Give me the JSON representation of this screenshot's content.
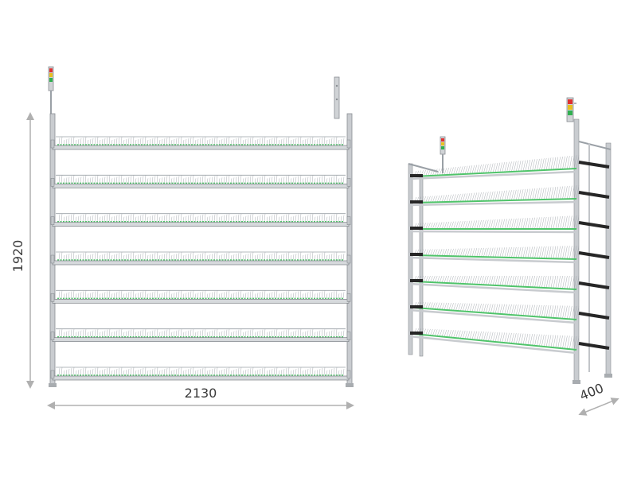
{
  "dimensions": {
    "height": "1920",
    "width": "2130",
    "depth": "400"
  },
  "front_view": {
    "shelf_count": 7
  },
  "perspective_view": {
    "shelf_count": 7
  },
  "colors": {
    "frame": "#b9bdc2",
    "frame_dark": "#7d8186",
    "wire": "#9aa0a6",
    "accent_green": "#4fc46a",
    "bracket_dark": "#262626",
    "dimension_line": "#b0b0b0",
    "signal_red": "#e03030",
    "signal_yellow": "#e8c020",
    "signal_green": "#30b050"
  }
}
